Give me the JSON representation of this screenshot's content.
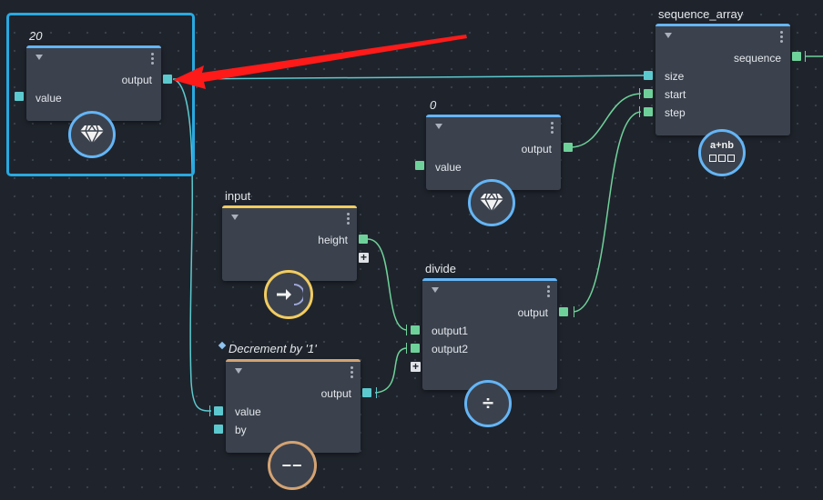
{
  "colors": {
    "canvas": "#1f242c",
    "node_body": "#3b424d",
    "value_bar": "#64b5f6",
    "input_bar": "#f2cc60",
    "decrement_bar": "#d4a373",
    "port_teal": "#5cc9cf",
    "port_green": "#6fd19a",
    "selection": "#29a9e1",
    "arrow": "#ff1a1a"
  },
  "nodes": {
    "value20": {
      "title": "20",
      "output_label": "output",
      "input_label": "value",
      "icon": "diamond-icon"
    },
    "value0": {
      "title": "0",
      "output_label": "output",
      "input_label": "value",
      "icon": "diamond-icon"
    },
    "sequence_array": {
      "title": "sequence_array",
      "output_label": "sequence",
      "inputs": [
        "size",
        "start",
        "step"
      ],
      "icon_text": "a+nb",
      "icon": "sequence-icon"
    },
    "input": {
      "title": "input",
      "output_label": "height",
      "icon": "input-arrow-icon"
    },
    "divide": {
      "title": "divide",
      "output_label": "output",
      "inputs": [
        "output1",
        "output2"
      ],
      "icon_text": "÷",
      "icon": "divide-icon"
    },
    "decrement": {
      "title": "Decrement by '1'",
      "output_label": "output",
      "inputs": [
        "value",
        "by"
      ],
      "icon_text": "−−",
      "icon": "decrement-icon"
    }
  }
}
